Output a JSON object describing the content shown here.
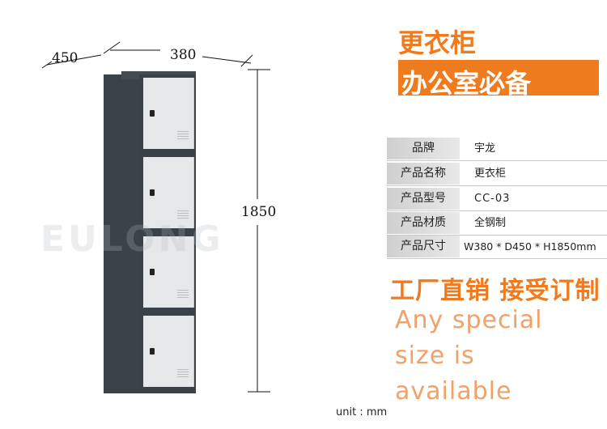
{
  "dimensions": {
    "depth": "450",
    "width": "380",
    "height": "1850"
  },
  "watermark": "EULONG",
  "header": {
    "title": "更衣柜",
    "subtitle": "办公室必备"
  },
  "specs": [
    {
      "label": "品牌",
      "value": "宇龙"
    },
    {
      "label": "产品名称",
      "value": "更衣柜"
    },
    {
      "label": "产品型号",
      "value": "CC-03"
    },
    {
      "label": "产品材质",
      "value": "全钢制"
    },
    {
      "label": "产品尺寸",
      "value": "W380 * D450 * H1850mm"
    }
  ],
  "slogan": "工厂直销 接受订制",
  "english_lines": [
    "Any special",
    "size is",
    "available"
  ],
  "unit": "unit : mm",
  "colors": {
    "accent": "#ef7b1f",
    "cabinet_body": "#3c4249",
    "door": "#e6e7e9"
  }
}
